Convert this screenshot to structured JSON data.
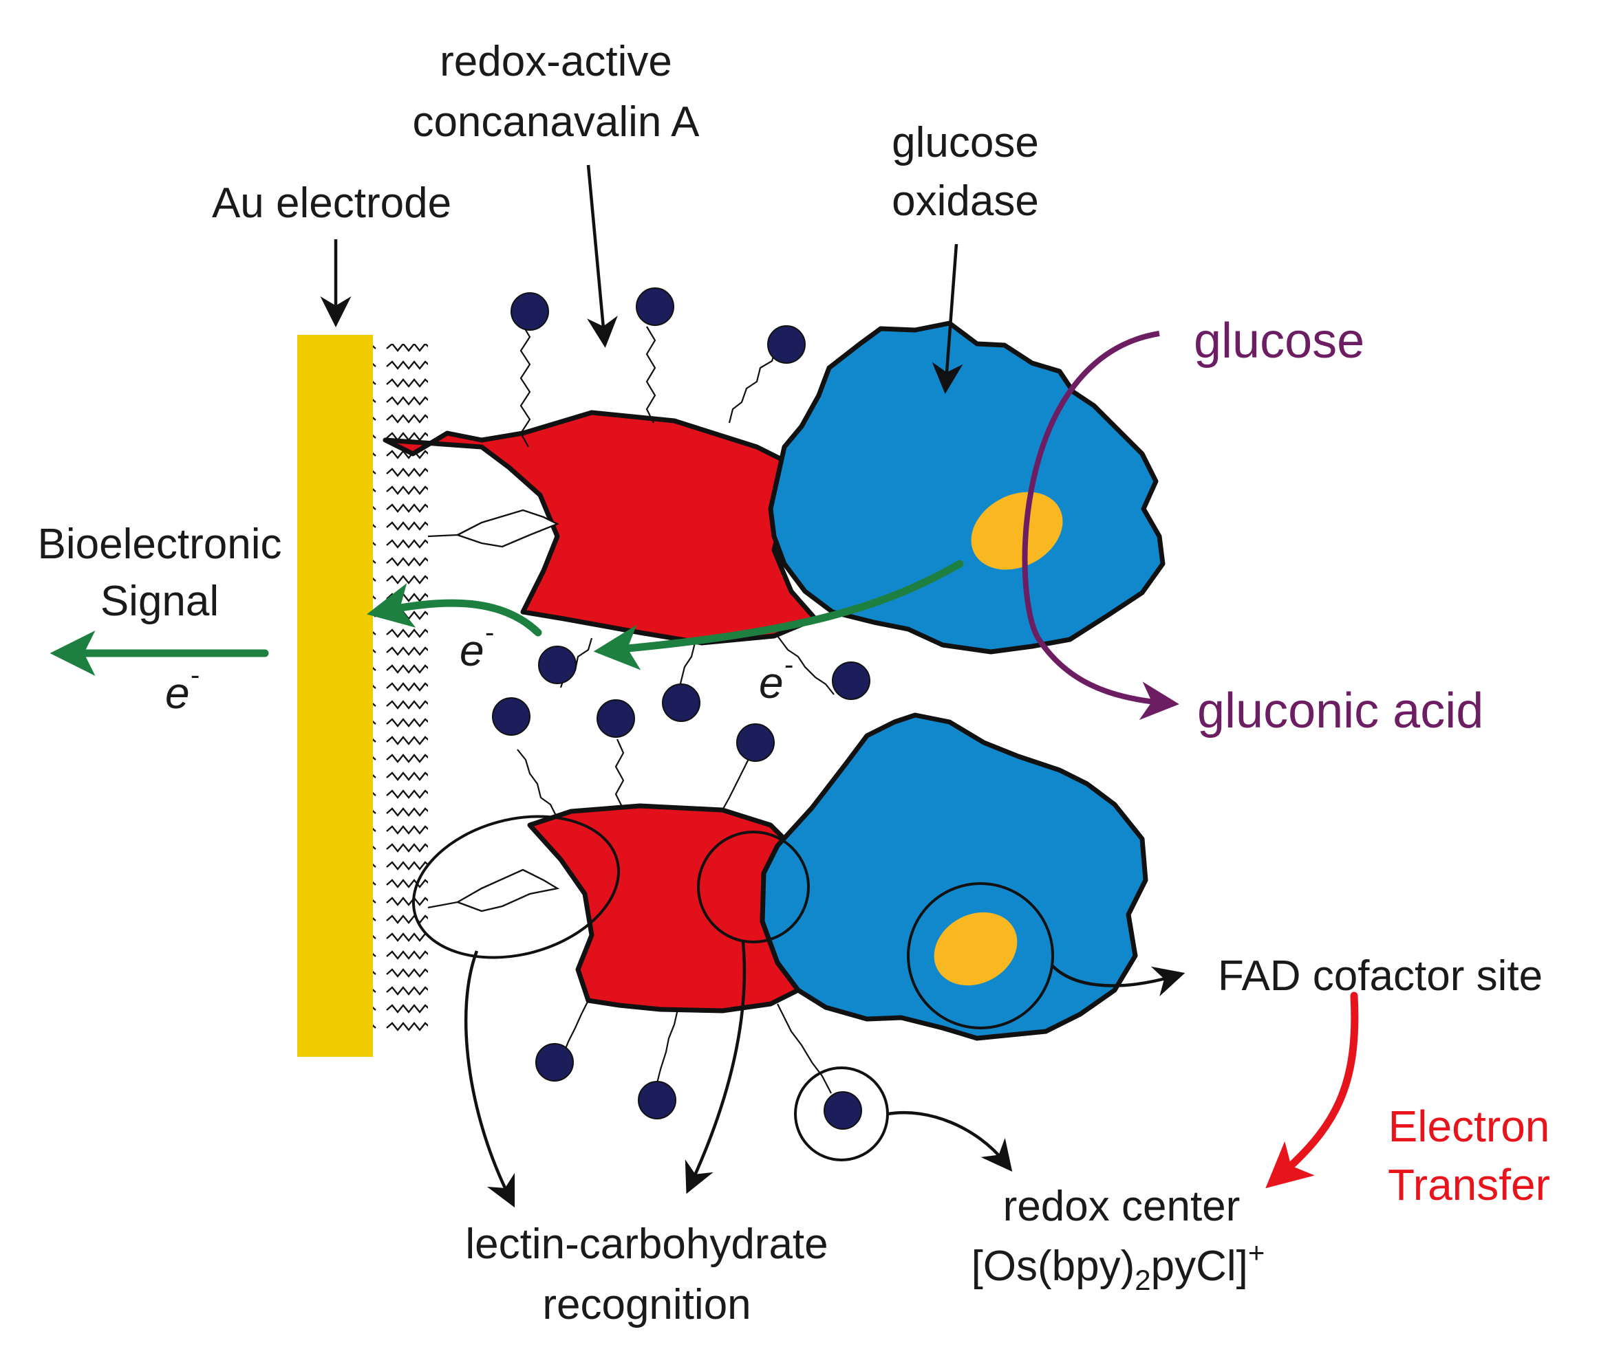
{
  "labels": {
    "redox_active_line1": "redox-active",
    "redox_active_line2": "concanavalin A",
    "au_electrode": "Au electrode",
    "glucose_oxidase_line1": "glucose",
    "glucose_oxidase_line2": "oxidase",
    "glucose": "glucose",
    "gluconic_acid": "gluconic acid",
    "bioelectronic_line1": "Bioelectronic",
    "bioelectronic_line2": "Signal",
    "electron_symbol": "e",
    "electron_charge": "-",
    "fad_site": "FAD cofactor site",
    "electron_transfer_line1": "Electron",
    "electron_transfer_line2": "Transfer",
    "redox_center_line1": "redox center",
    "redox_center_formula_a": "[Os(bpy)",
    "redox_center_formula_sub": "2",
    "redox_center_formula_b": "pyCl]",
    "redox_center_formula_sup": "+",
    "lectin_line1": "lectin-carbohydrate",
    "lectin_line2": "recognition"
  },
  "colors": {
    "electrode": "#f0cc00",
    "concanavalin": "#e1101b",
    "glucose_oxidase": "#1288cc",
    "fad": "#f9b822",
    "redox_bead": "#1c1e5c",
    "electron_arrow": "#1e8040",
    "glucose_arrow": "#6d1e63",
    "transfer_arrow": "#e8141c",
    "outline": "#111111"
  }
}
